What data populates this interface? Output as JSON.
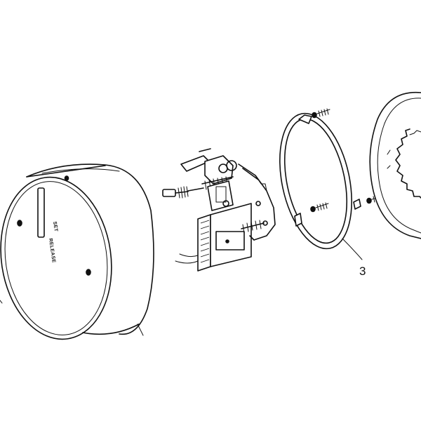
{
  "diagram": {
    "parts": [
      {
        "id": "cover",
        "label": ""
      },
      {
        "id": "brake-mechanism",
        "label": ""
      },
      {
        "id": "retaining-ring",
        "label": "3"
      },
      {
        "id": "friction-disc",
        "label": ""
      }
    ],
    "cover_markings": {
      "set": "SET",
      "release": "RELEASE"
    },
    "callout": "3"
  }
}
